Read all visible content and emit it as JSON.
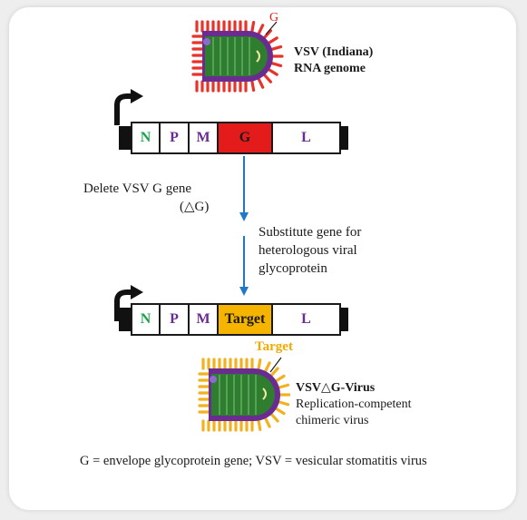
{
  "virus_top": {
    "g_label": "G",
    "title_line1": "VSV (Indiana)",
    "title_line2": "RNA genome"
  },
  "genome_top": {
    "genes": [
      {
        "name": "N",
        "text_color": "#1aa34a",
        "fill": "#ffffff"
      },
      {
        "name": "P",
        "text_color": "#6a2c91",
        "fill": "#ffffff"
      },
      {
        "name": "M",
        "text_color": "#6a2c91",
        "fill": "#ffffff"
      },
      {
        "name": "G",
        "text_color": "#1a1a1a",
        "fill": "#e31b1b"
      },
      {
        "name": "L",
        "text_color": "#6a2c91",
        "fill": "#ffffff"
      }
    ]
  },
  "step1": {
    "line1": "Delete VSV G gene",
    "line2": "(△G)"
  },
  "step2": {
    "line1": "Substitute gene for",
    "line2": "heterologous viral",
    "line3": "glycoprotein"
  },
  "genome_bottom": {
    "genes": [
      {
        "name": "N",
        "text_color": "#1aa34a",
        "fill": "#ffffff"
      },
      {
        "name": "P",
        "text_color": "#6a2c91",
        "fill": "#ffffff"
      },
      {
        "name": "M",
        "text_color": "#6a2c91",
        "fill": "#ffffff"
      },
      {
        "name": "Target",
        "text_color": "#1a1a1a",
        "fill": "#f5b400"
      },
      {
        "name": "L",
        "text_color": "#6a2c91",
        "fill": "#ffffff"
      }
    ]
  },
  "virus_bottom": {
    "target_label": "Target",
    "title": "VSV△G-Virus",
    "desc_line1": "Replication-competent",
    "desc_line2": "chimeric virus"
  },
  "legend": "G = envelope glycoprotein gene; VSV = vesicular stomatitis virus",
  "colors": {
    "arrow_blue": "#1f78c8",
    "spike_red": "#e8322a",
    "spike_yellow": "#f2b21f",
    "envelope_purple": "#6a2c91",
    "core_green": "#2f7d2f",
    "target_label": "#f2a900",
    "g_label": "#e31b1b"
  }
}
